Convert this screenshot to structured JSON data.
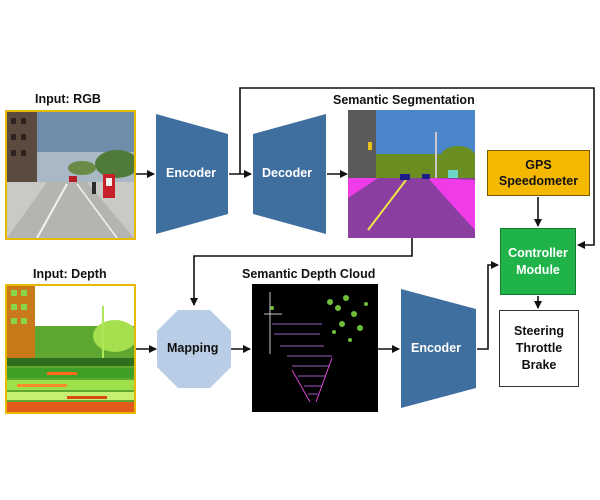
{
  "labels": {
    "input_rgb": "Input: RGB",
    "input_depth": "Input: Depth",
    "semantic_segmentation": "Semantic Segmentation",
    "semantic_depth_cloud": "Semantic Depth Cloud"
  },
  "blocks": {
    "encoder_top": "Encoder",
    "decoder": "Decoder",
    "mapping": "Mapping",
    "encoder_bottom": "Encoder"
  },
  "sensors": {
    "line1": "GPS",
    "line2": "Speedometer"
  },
  "controller": {
    "line1": "Controller",
    "line2": "Module"
  },
  "outputs": {
    "steering": "Steering",
    "throttle": "Throttle",
    "brake": "Brake"
  },
  "colors": {
    "network_block": "#3f6f9e",
    "mapping_block": "#b9cde6",
    "sensor_box": "#f5b800",
    "controller_box": "#1fb34a",
    "panel_border": "#e6b800",
    "segmentation_road": "#8a3fa0",
    "segmentation_sidewalk": "#f03ce8",
    "segmentation_sky": "#4a86c9"
  }
}
